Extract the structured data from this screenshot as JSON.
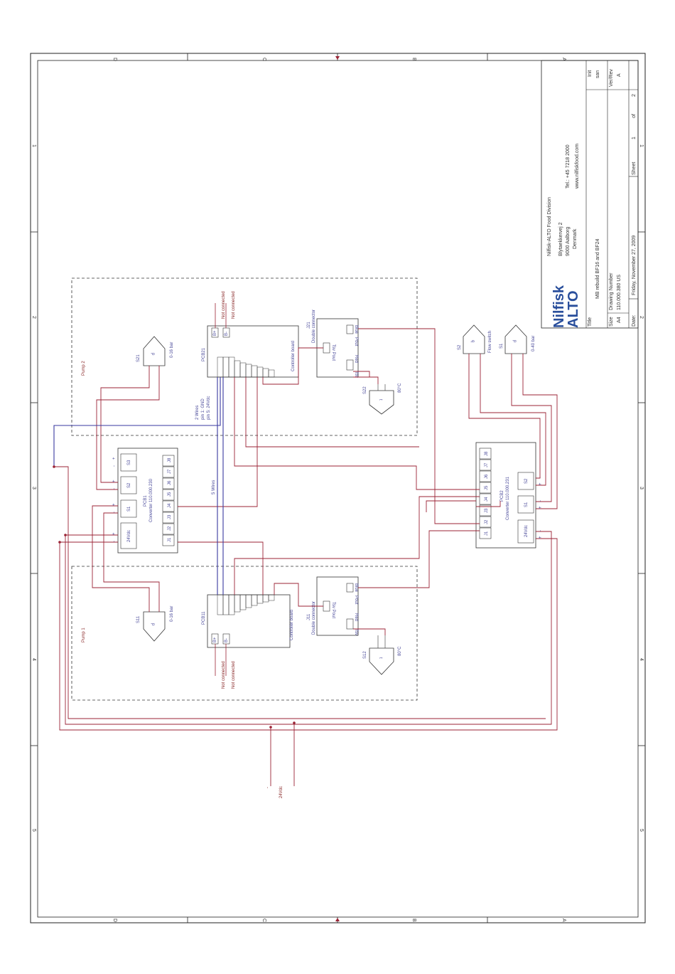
{
  "colors": {
    "wire": "#9b2335",
    "bus": "#3a3aa0",
    "box": "#3a3a3a",
    "frame": "#222222",
    "label": "#4a4a9a"
  },
  "border": {
    "rows": [
      "D",
      "C",
      "B",
      "A"
    ],
    "cols": [
      "1",
      "2",
      "3",
      "4",
      "5"
    ]
  },
  "title_block": {
    "company": "Nilfisk-ALTO Food Division",
    "logo_top": "Nilfisk",
    "logo_bottom": "ALTO",
    "address": [
      "Blytaekkervej 2",
      "9000 Aalborg",
      "Denmark"
    ],
    "tel": "Tel.: +45 7218 2000",
    "web": "www.nilfiskfood.com",
    "title_label": "Title",
    "title": "MB rebuild BF16 and BF24",
    "size_label": "Size",
    "size": "A4",
    "drawing_number_label": "Drawing Number",
    "drawing_number": "110.000.380 US",
    "date_label": "Date:",
    "date": "Friday, November 27, 2009",
    "sheet_label": "Sheet",
    "sheet": "1",
    "of_label": "of",
    "sheet_total": "2",
    "init_label": "Init",
    "init": "san",
    "rev_label": "Ver/Rev",
    "rev": "A"
  },
  "pump2": {
    "title": "Pump 2",
    "sensor": "S21",
    "sensor_range": "0-16 bar",
    "board": "PCB21",
    "board_label": "Controller board",
    "b_plus": "B+",
    "b_minus": "B-",
    "nc1": "Not connected",
    "nc2": "Not connected",
    "conn": "J21",
    "conn_label": "Double connector",
    "pins": [
      "Blue",
      "Pout",
      "Tsv Pout",
      "Red",
      "Tsv"
    ],
    "temp": "S22",
    "temp_range": "80°C",
    "wires_note": [
      "2 Wires",
      "pin 1: GND",
      "pin 5: 24Vdc"
    ]
  },
  "pump1": {
    "title": "Pump 1",
    "sensor": "S11",
    "sensor_range": "0-16 bar",
    "board": "PCB11",
    "board_label": "Controller board",
    "b_plus": "B+",
    "b_minus": "B-",
    "nc1": "Not connected",
    "nc2": "Not connected",
    "conn": "J11",
    "conn_label": "Double connector",
    "pins": [
      "Blue",
      "Pout",
      "Tsv Pout",
      "Red",
      "Tsv"
    ],
    "temp": "S12",
    "temp_range": "80°C"
  },
  "pcb1": {
    "name": "PCB1",
    "label": "Converter 110.000.230",
    "j": [
      "J8",
      "J7",
      "J6",
      "J5",
      "J4",
      "J3",
      "J2",
      "J1"
    ],
    "s": [
      "S3",
      "S2",
      "S1",
      "24Vdc"
    ]
  },
  "pcb2": {
    "name": "PCB2",
    "label": "Converter 110.000.231",
    "j": [
      "J8",
      "J7",
      "J6",
      "J5",
      "J4",
      "J3",
      "J2",
      "J1"
    ],
    "s": [
      "S2",
      "S1",
      "24Vdc"
    ]
  },
  "flow_switch": {
    "name": "S2",
    "label": "Flow switch"
  },
  "pressure_s1": {
    "name": "S1",
    "range": "0-40 bar"
  },
  "wires5": "5 Wires",
  "supply": "24Vdc",
  "symbols": {
    "pressure": "p",
    "temp": "t",
    "flow": "q",
    "plus": "+",
    "minus": "-"
  }
}
